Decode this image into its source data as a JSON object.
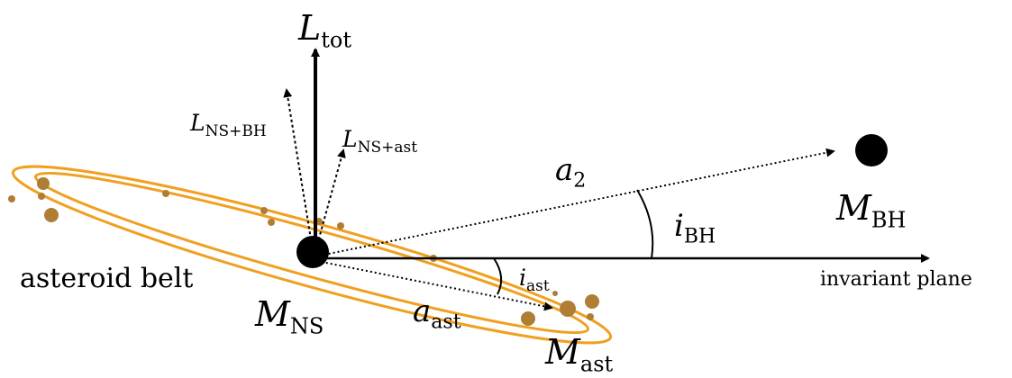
{
  "labels": {
    "L_tot": {
      "base": "L",
      "sub": "tot"
    },
    "L_ns_bh": {
      "base": "L",
      "sub": "NS+BH"
    },
    "L_ns_ast": {
      "base": "L",
      "sub": "NS+ast"
    },
    "a2": {
      "base": "a",
      "sub": "2"
    },
    "M_bh": {
      "base": "M",
      "sub": "BH"
    },
    "i_bh": {
      "base": "i",
      "sub": "BH"
    },
    "i_ast": {
      "base": "i",
      "sub": "ast"
    },
    "a_ast": {
      "base": "a",
      "sub": "ast"
    },
    "M_ns": {
      "base": "M",
      "sub": "NS"
    },
    "M_ast": {
      "base": "M",
      "sub": "ast"
    },
    "asteroid_belt": "asteroid belt",
    "invariant_plane": "invariant plane"
  },
  "colors": {
    "belt_orbit": "#f0a020",
    "asteroid": "#b07d34",
    "ink": "#000000"
  }
}
